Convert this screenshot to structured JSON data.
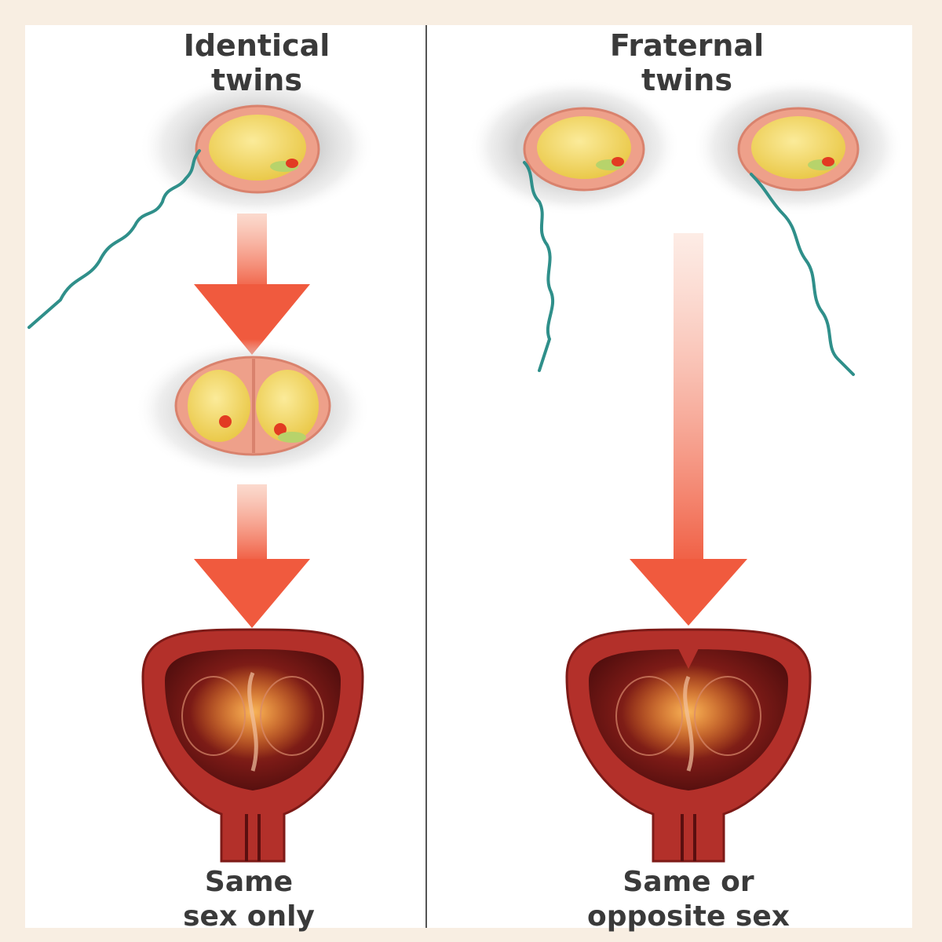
{
  "left_column": {
    "heading_line1": "Identical",
    "heading_line2": "twins",
    "caption_line1": "Same",
    "caption_line2": "sex only"
  },
  "right_column": {
    "heading_line1": "Fraternal",
    "heading_line2": "twins",
    "caption_line1": "Same or",
    "caption_line2": "opposite sex"
  },
  "colors": {
    "page_background": "#f8eee2",
    "panel_background": "#ffffff",
    "arrow": "#f26a4f",
    "sperm": "#2f8f8a",
    "egg_yolk": "#f7de6a",
    "zona_pellucida": "#eea08a",
    "uterus_wall": "#b3302a",
    "uterus_cavity": "#6e1414",
    "text": "#3a3a3a",
    "divider": "#555555"
  }
}
